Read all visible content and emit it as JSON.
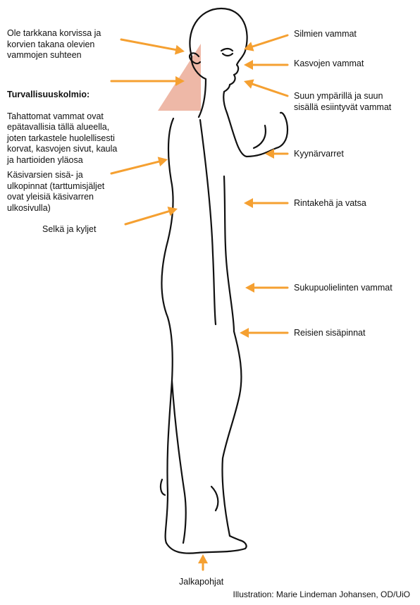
{
  "colors": {
    "arrow": "#F5A031",
    "triangle": "#E8A08A",
    "outline": "#111111"
  },
  "labels": {
    "ears": "Ole tarkkana korvissa ja\nkorvien takana olevien\nvammojen suhteen",
    "triangle_title": "Turvallisuuskolmio:",
    "triangle_body": "Tahattomat vammat ovat\nepätavallisia tällä alueella,\njoten tarkastele huolellisesti\nkorvat, kasvojen sivut, kaula\nja hartioiden yläosa",
    "arms": "Käsivarsien sisä- ja\nulkopinnat (tarttumisjäljet\novat yleisiä käsivarren\nulkosivulla)",
    "back": "Selkä ja kyljet",
    "eyes": "Silmien vammat",
    "face": "Kasvojen vammat",
    "mouth": "Suun ympärillä ja suun\nsisällä esiintyvät vammat",
    "forearms": "Kyynärvarret",
    "chest": "Rintakehä ja vatsa",
    "genitals": "Sukupuolielinten vammat",
    "thighs": "Reisien sisäpinnat",
    "soles": "Jalkapohjat"
  },
  "credit": "Illustration: Marie Lindeman Johansen, OD/UiO"
}
